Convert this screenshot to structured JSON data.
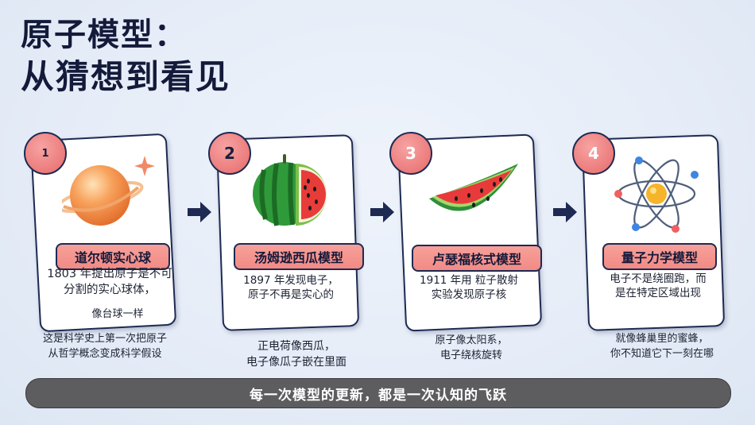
{
  "title": {
    "line1": "原子模型：",
    "line2": "从猜想到看见"
  },
  "cards": [
    {
      "number": "1",
      "name": "道尔顿实心球",
      "desc_a": "1803 年提出原子是不可分割的实心球体，",
      "desc_b": "像台球一样",
      "sub": [
        "这是科学史上第一次把原子",
        "从哲学概念变成科学假设"
      ]
    },
    {
      "number": "2",
      "name": "汤姆逊西瓜模型",
      "desc": [
        "1897 年发现电子，",
        "原子不再是实心的"
      ],
      "sub": [
        "正电荷像西瓜，",
        "电子像瓜子嵌在里面"
      ]
    },
    {
      "number": "3",
      "name": "卢瑟福核式模型",
      "desc": [
        "1911 年用 粒子散射",
        "实验发现原子核"
      ],
      "sub": [
        "原子像太阳系，",
        "电子绕核旋转"
      ]
    },
    {
      "number": "4",
      "name": "量子力学模型",
      "desc": [
        "电子不是绕圈跑，而",
        "是在特定区域出现"
      ],
      "sub": [
        "就像蜂巢里的蜜蜂，",
        "你不知道它下一刻在哪"
      ]
    }
  ],
  "illustrations": [
    "planet-icon",
    "watermelon-icon",
    "watermelon-slice-icon",
    "atom-icon"
  ],
  "banner": "每一次模型的更新，都是一次认知的飞跃",
  "colors": {
    "title": "#141a3a",
    "pill": "#f28a84",
    "border": "#1e2a52",
    "banner": "#5d5d5f"
  }
}
